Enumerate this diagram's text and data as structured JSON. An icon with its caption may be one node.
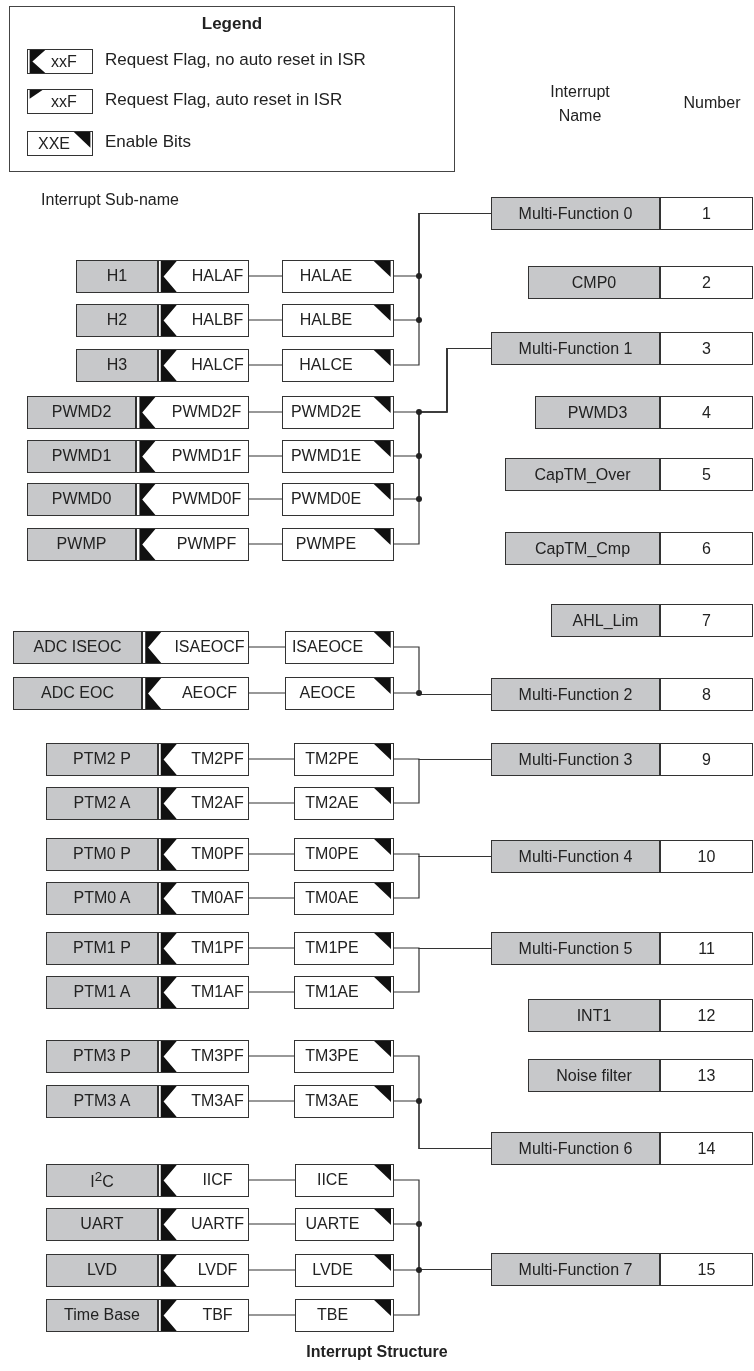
{
  "diagram": {
    "caption": "Interrupt Structure",
    "nodes": [
      {
        "text": [
          "H1"
        ]
      },
      {
        "text": [
          "HALAF"
        ]
      },
      {
        "text": [
          "HALAE"
        ]
      },
      {
        "text": [
          "H2"
        ]
      },
      {
        "text": [
          "HALBF"
        ]
      },
      {
        "text": [
          "HALBE"
        ]
      },
      {
        "text": [
          "H3"
        ]
      },
      {
        "text": [
          "HALCF"
        ]
      },
      {
        "text": [
          "HALCE"
        ]
      },
      {
        "text": [
          "PWMD2"
        ]
      },
      {
        "text": [
          "PWMD2F"
        ]
      },
      {
        "text": [
          "PWMD2E"
        ]
      },
      {
        "text": [
          "PWMD1"
        ]
      },
      {
        "text": [
          "PWMD1F"
        ]
      },
      {
        "text": [
          "PWMD1E"
        ]
      },
      {
        "text": [
          "PWMD0"
        ]
      },
      {
        "text": [
          "PWMD0F"
        ]
      },
      {
        "text": [
          "PWMD0E"
        ]
      },
      {
        "text": [
          "PWMP"
        ]
      },
      {
        "text": [
          "PWMPF"
        ]
      },
      {
        "text": [
          "PWMPE"
        ]
      },
      {
        "text": [
          "ADC ISEOC"
        ]
      },
      {
        "text": [
          "ISAEOCF"
        ]
      },
      {
        "text": [
          "ISAEOCE"
        ]
      },
      {
        "text": [
          "ADC EOC"
        ]
      },
      {
        "text": [
          "AEOCF"
        ]
      },
      {
        "text": [
          "AEOCE"
        ]
      },
      {
        "text": [
          "PTM2 P"
        ]
      },
      {
        "text": [
          "TM2PF"
        ]
      },
      {
        "text": [
          "TM2PE"
        ]
      },
      {
        "text": [
          "PTM2 A"
        ]
      },
      {
        "text": [
          "TM2AF"
        ]
      },
      {
        "text": [
          "TM2AE"
        ]
      },
      {
        "text": [
          "PTM0 P"
        ]
      },
      {
        "text": [
          "TM0PF"
        ]
      },
      {
        "text": [
          "TM0PE"
        ]
      },
      {
        "text": [
          "PTM0 A"
        ]
      },
      {
        "text": [
          "TM0AF"
        ]
      },
      {
        "text": [
          "TM0AE"
        ]
      },
      {
        "text": [
          "PTM1 P"
        ]
      },
      {
        "text": [
          "TM1PF"
        ]
      },
      {
        "text": [
          "TM1PE"
        ]
      },
      {
        "text": [
          "PTM1 A"
        ]
      },
      {
        "text": [
          "TM1AF"
        ]
      },
      {
        "text": [
          "TM1AE"
        ]
      },
      {
        "text": [
          "PTM3 P"
        ]
      },
      {
        "text": [
          "TM3PF"
        ]
      },
      {
        "text": [
          "TM3PE"
        ]
      },
      {
        "text": [
          "PTM3 A"
        ]
      },
      {
        "text": [
          "TM3AF"
        ]
      },
      {
        "text": [
          "TM3AE"
        ]
      },
      {
        "text": [
          "I$^{2}$C"
        ]
      },
      {
        "text": [
          "IICF"
        ]
      },
      {
        "text": [
          "IICE"
        ]
      },
      {
        "text": [
          "UART"
        ]
      },
      {
        "text": [
          "UARTF"
        ]
      },
      {
        "text": [
          "UARTE"
        ]
      },
      {
        "text": [
          "LVD"
        ]
      },
      {
        "text": [
          "LVDF"
        ]
      },
      {
        "text": [
          "LVDE"
        ]
      },
      {
        "text": [
          "Time Base"
        ]
      },
      {
        "text": [
          "TBF"
        ]
      },
      {
        "text": [
          "TBE"
        ]
      },
      {
        "text": [
          "Multi-Function 0"
        ]
      },
      {
        "text": [
          "1"
        ]
      },
      {
        "text": [
          "CMP0"
        ]
      },
      {
        "text": [
          "2"
        ]
      },
      {
        "text": [
          "Multi-Function 1"
        ]
      },
      {
        "text": [
          "3"
        ]
      },
      {
        "text": [
          "PWMD3"
        ]
      },
      {
        "text": [
          "4"
        ]
      },
      {
        "text": [
          "CapTM_Over"
        ]
      },
      {
        "text": [
          "5"
        ]
      },
      {
        "text": [
          "CapTM_Cmp"
        ]
      },
      {
        "text": [
          "6"
        ]
      },
      {
        "text": [
          "AHL_Lim"
        ]
      },
      {
        "text": [
          "7"
        ]
      },
      {
        "text": [
          "Multi-Function 2"
        ]
      },
      {
        "text": [
          "8"
        ]
      },
      {
        "text": [
          "Multi-Function 3"
        ]
      },
      {
        "text": [
          "9"
        ]
      },
      {
        "text": [
          "Multi-Function 4"
        ]
      },
      {
        "text": [
          "10"
        ]
      },
      {
        "text": [
          "Multi-Function 5"
        ]
      },
      {
        "text": [
          "11"
        ]
      },
      {
        "text": [
          "INT1"
        ]
      },
      {
        "text": [
          "12"
        ]
      },
      {
        "text": [
          "Noise filter"
        ]
      },
      {
        "text": [
          "13"
        ]
      },
      {
        "text": [
          "Multi-Function 6"
        ]
      },
      {
        "text": [
          "14"
        ]
      },
      {
        "text": [
          "Multi-Function 7"
        ]
      },
      {
        "text": [
          "15"
        ]
      }
    ],
    "edges": [
      {
        "from": 1,
        "to": 2,
        "arrow": "none"
      },
      {
        "from": 4,
        "to": 5,
        "arrow": "none"
      },
      {
        "from": 7,
        "to": 8,
        "arrow": "none"
      },
      {
        "from": 10,
        "to": 11,
        "arrow": "none"
      },
      {
        "from": 13,
        "to": 14,
        "arrow": "none"
      },
      {
        "from": 16,
        "to": 17,
        "arrow": "none"
      },
      {
        "from": 19,
        "to": 20,
        "arrow": "none"
      },
      {
        "from": 22,
        "to": 23,
        "arrow": "none"
      },
      {
        "from": 25,
        "to": 26,
        "arrow": "none"
      },
      {
        "from": 28,
        "to": 29,
        "arrow": "none"
      },
      {
        "from": 31,
        "to": 32,
        "arrow": "none"
      },
      {
        "from": 34,
        "to": 35,
        "arrow": "none"
      },
      {
        "from": 37,
        "to": 38,
        "arrow": "none"
      },
      {
        "from": 40,
        "to": 41,
        "arrow": "none"
      },
      {
        "from": 43,
        "to": 44,
        "arrow": "none"
      },
      {
        "from": 46,
        "to": 47,
        "arrow": "none"
      },
      {
        "from": 49,
        "to": 50,
        "arrow": "none"
      },
      {
        "from": 52,
        "to": 53,
        "arrow": "none"
      },
      {
        "from": 55,
        "to": 56,
        "arrow": "none"
      },
      {
        "from": 58,
        "to": 59,
        "arrow": "none"
      },
      {
        "from": 61,
        "to": 62,
        "arrow": "none"
      },
      {
        "from": 2,
        "to": 63,
        "arrow": "none"
      },
      {
        "from": 5,
        "to": 63,
        "arrow": "none"
      },
      {
        "from": 8,
        "to": 63,
        "arrow": "none"
      },
      {
        "from": 11,
        "to": 67,
        "arrow": "none"
      },
      {
        "from": 14,
        "to": 67,
        "arrow": "none"
      },
      {
        "from": 17,
        "to": 67,
        "arrow": "none"
      },
      {
        "from": 20,
        "to": 67,
        "arrow": "none"
      },
      {
        "from": 23,
        "to": 77,
        "arrow": "none"
      },
      {
        "from": 26,
        "to": 77,
        "arrow": "none"
      },
      {
        "from": 29,
        "to": 79,
        "arrow": "none"
      },
      {
        "from": 32,
        "to": 79,
        "arrow": "none"
      },
      {
        "from": 35,
        "to": 81,
        "arrow": "none"
      },
      {
        "from": 38,
        "to": 81,
        "arrow": "none"
      },
      {
        "from": 41,
        "to": 83,
        "arrow": "none"
      },
      {
        "from": 44,
        "to": 83,
        "arrow": "none"
      },
      {
        "from": 47,
        "to": 89,
        "arrow": "none"
      },
      {
        "from": 50,
        "to": 89,
        "arrow": "none"
      },
      {
        "from": 53,
        "to": 91,
        "arrow": "none"
      },
      {
        "from": 56,
        "to": 91,
        "arrow": "none"
      },
      {
        "from": 59,
        "to": 91,
        "arrow": "none"
      },
      {
        "from": 62,
        "to": 91,
        "arrow": "none"
      }
    ],
    "labels": [
      "Legend",
      "xxF",
      "xxF",
      "XXE",
      "Interrupt Sub-name",
      "Interrupt Name",
      "Number"
    ],
    "legend": [
      {
        "text": "Request Flag, no auto reset in ISR"
      },
      {
        "text": "Request Flag, auto reset in ISR"
      },
      {
        "text": "Enable Bits"
      }
    ]
  }
}
